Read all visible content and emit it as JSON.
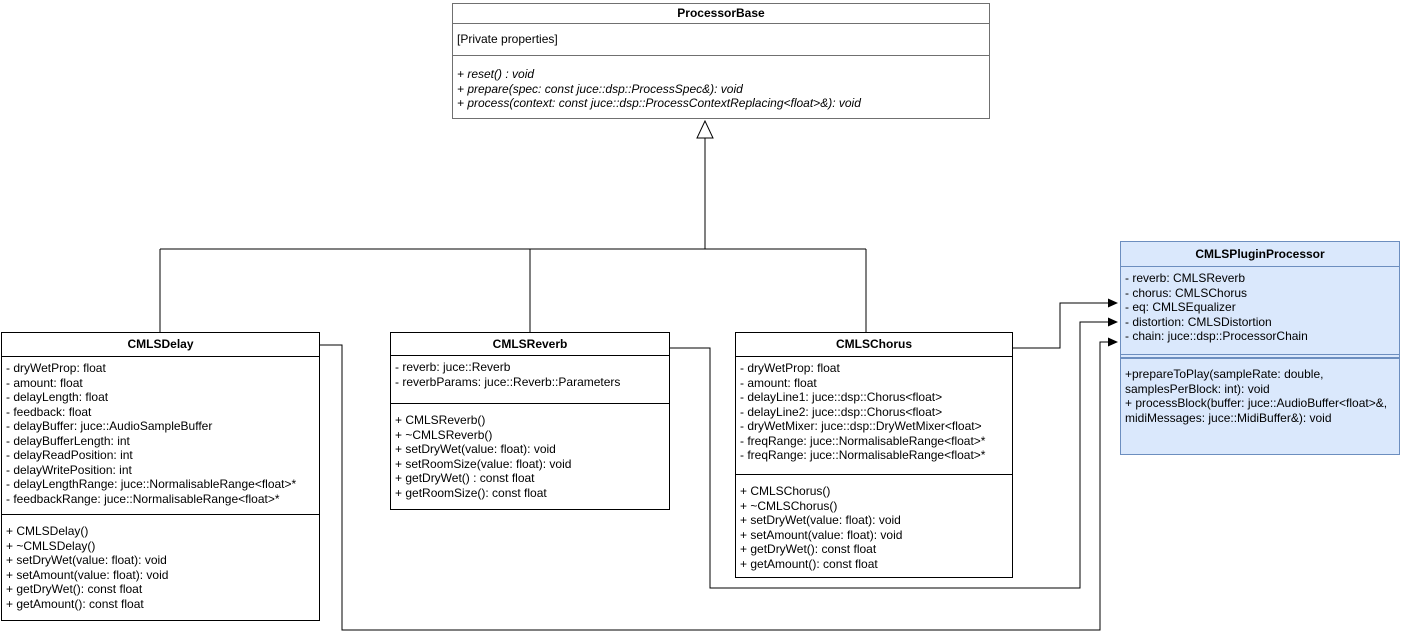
{
  "diagram": {
    "classes": {
      "processor_base": {
        "name": "ProcessorBase",
        "private_label": "[Private properties]",
        "methods": [
          "+ reset() : void",
          "+ prepare(spec: const juce::dsp::ProcessSpec&): void",
          "+ process(context: const juce::dsp::ProcessContextReplacing<float>&): void"
        ]
      },
      "delay": {
        "name": "CMLSDelay",
        "attributes": [
          "- dryWetProp: float",
          "- amount: float",
          "- delayLength: float",
          "- feedback: float",
          "- delayBuffer: juce::AudioSampleBuffer",
          "- delayBufferLength: int",
          "- delayReadPosition: int",
          "- delayWritePosition: int",
          "- delayLengthRange: juce::NormalisableRange<float>*",
          "- feedbackRange: juce::NormalisableRange<float>*"
        ],
        "methods": [
          "+ CMLSDelay()",
          "+ ~CMLSDelay()",
          "+ setDryWet(value: float): void",
          "+ setAmount(value: float): void",
          "+ getDryWet(): const float",
          "+ getAmount(): const float"
        ]
      },
      "reverb": {
        "name": "CMLSReverb",
        "attributes": [
          "- reverb: juce::Reverb",
          "- reverbParams: juce::Reverb::Parameters"
        ],
        "methods": [
          "+ CMLSReverb()",
          "+ ~CMLSReverb()",
          "+ setDryWet(value: float): void",
          "+ setRoomSize(value: float): void",
          "+ getDryWet() : const float",
          "+ getRoomSize(): const float"
        ]
      },
      "chorus": {
        "name": "CMLSChorus",
        "attributes": [
          "- dryWetProp: float",
          "- amount: float",
          "- delayLine1: juce::dsp::Chorus<float>",
          "- delayLine2: juce::dsp::Chorus<float>",
          "- dryWetMixer: juce::dsp::DryWetMixer<float>",
          "- freqRange: juce::NormalisableRange<float>*",
          "- freqRange: juce::NormalisableRange<float>*"
        ],
        "methods": [
          "+ CMLSChorus()",
          "+ ~CMLSChorus()",
          "+ setDryWet(value: float): void",
          "+ setAmount(value: float): void",
          "+ getDryWet(): const float",
          "+ getAmount(): const float"
        ]
      },
      "plugin": {
        "name": "CMLSPluginProcessor",
        "attributes": [
          "- reverb: CMLSReverb",
          "- chorus: CMLSChorus",
          "- eq: CMLSEqualizer",
          "- distortion: CMLSDistortion",
          "- chain: juce::dsp::ProcessorChain"
        ],
        "methods": [
          "+prepareToPlay(sampleRate: double, samplesPerBlock: int): void",
          "+ processBlock(buffer: juce::AudioBuffer<float>&, midiMessages: juce::MidiBuffer&): void"
        ]
      }
    },
    "relationships": [
      {
        "type": "generalization",
        "from": "CMLSDelay",
        "to": "ProcessorBase"
      },
      {
        "type": "generalization",
        "from": "CMLSReverb",
        "to": "ProcessorBase"
      },
      {
        "type": "generalization",
        "from": "CMLSChorus",
        "to": "ProcessorBase"
      },
      {
        "type": "association",
        "from": "CMLSDelay",
        "to": "CMLSPluginProcessor"
      },
      {
        "type": "association",
        "from": "CMLSReverb",
        "to": "CMLSPluginProcessor"
      },
      {
        "type": "association",
        "from": "CMLSChorus",
        "to": "CMLSPluginProcessor"
      }
    ],
    "colors": {
      "highlight_fill": "#dae8fc",
      "highlight_border": "#6c8ebf",
      "line": "#000000",
      "muted_border": "#707070"
    }
  }
}
